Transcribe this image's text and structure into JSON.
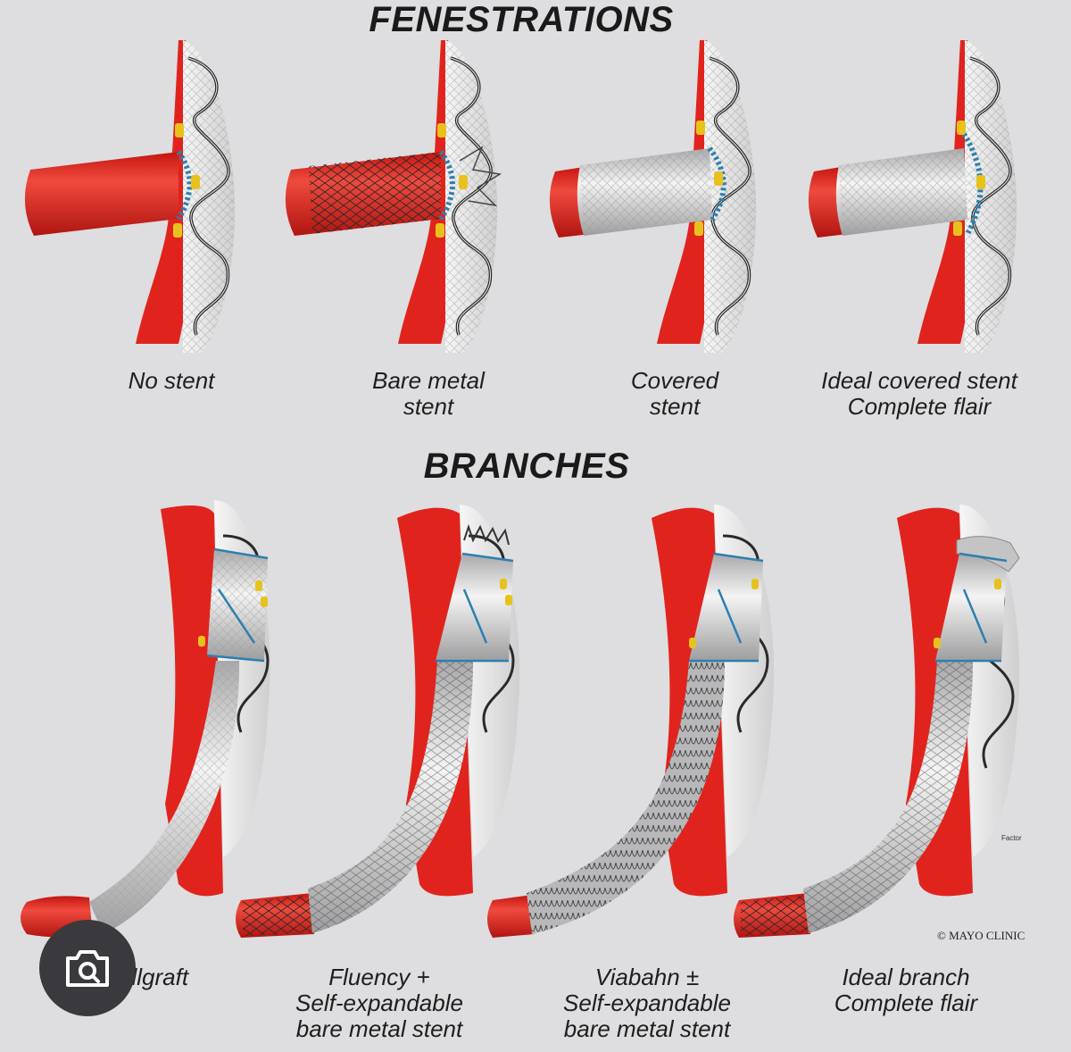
{
  "titles": {
    "fenestrations": "FENESTRATIONS",
    "branches": "BRANCHES"
  },
  "fenestrations": [
    {
      "line1": "No stent",
      "line2": ""
    },
    {
      "line1": "Bare metal",
      "line2": "stent"
    },
    {
      "line1": "Covered",
      "line2": "stent"
    },
    {
      "line1": "Ideal covered stent",
      "line2": "Complete flair"
    }
  ],
  "branches": [
    {
      "line1": "Wallgraft",
      "line2": "",
      "line3": ""
    },
    {
      "line1": "Fluency +",
      "line2": "Self-expandable",
      "line3": "bare metal stent"
    },
    {
      "line1": "Viabahn ±",
      "line2": "Self-expandable",
      "line3": "bare metal stent"
    },
    {
      "line1": "Ideal branch",
      "line2": "Complete flair",
      "line3": ""
    }
  ],
  "credit": "© MAYO CLINIC",
  "factor_label": "Factor",
  "icons": {
    "lens": "camera-search-icon"
  },
  "colors": {
    "vessel": "#e0241d",
    "graft": "#eeeeee",
    "marker": "#e8c21c",
    "suture": "#2d7fb0"
  }
}
